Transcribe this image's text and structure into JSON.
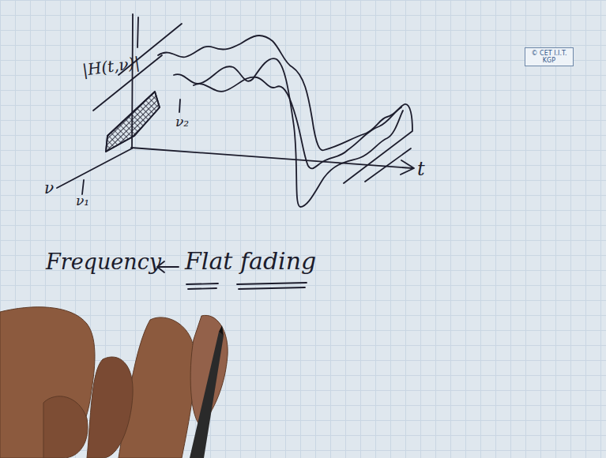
{
  "diagram": {
    "nodes": [
      {
        "text": [
          "© CET I.I.T. KGP"
        ]
      }
    ],
    "labels": [
      "|H(t,ν)|",
      "ν₂",
      "ν₁",
      "ν",
      "t",
      "Frequency",
      "Flat fading"
    ]
  }
}
